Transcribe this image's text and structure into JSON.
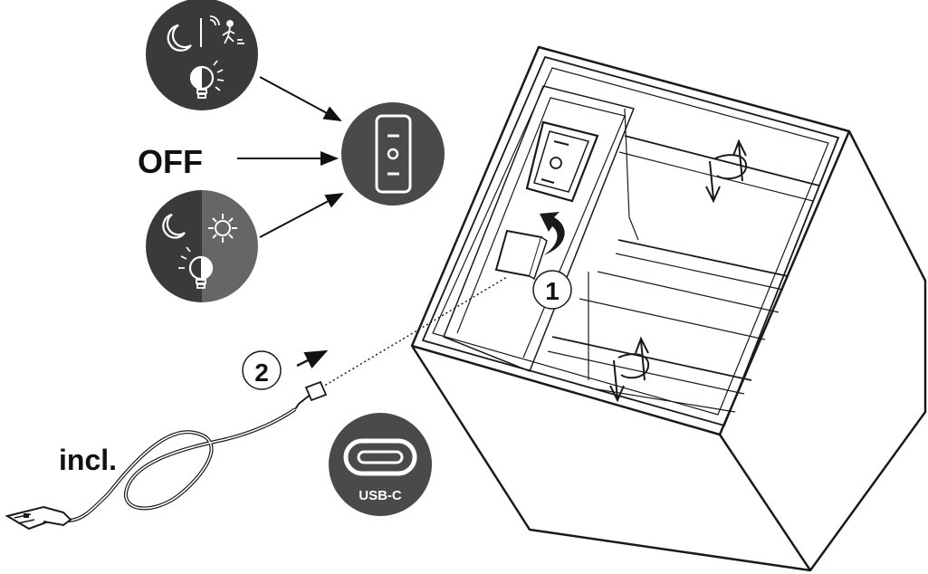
{
  "labels": {
    "off": "OFF",
    "included": "incl.",
    "step1": "1",
    "step2": "2",
    "usb_type": "USB-C"
  },
  "modes": [
    {
      "icons": [
        "moon-icon",
        "motion-sensor-icon",
        "bulb-icon"
      ]
    },
    {
      "icons": [
        "switch-icon"
      ]
    },
    {
      "icons": [
        "moon-icon",
        "sun-icon",
        "bulb-icon"
      ]
    }
  ],
  "colors": {
    "dark": "#3a3a3a",
    "mid": "#5a5a5a",
    "line": "#1a1a1a",
    "white": "#ffffff"
  }
}
